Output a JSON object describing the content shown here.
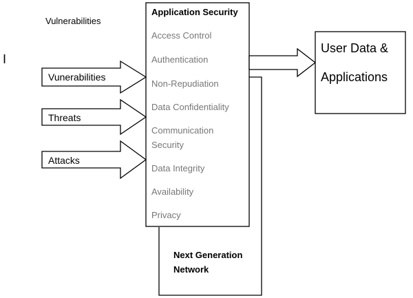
{
  "top_left_label": "Vulnerabilities",
  "stray_mark": "I",
  "inputs": [
    {
      "label": "Vunerabilities"
    },
    {
      "label": "Threats"
    },
    {
      "label": "Attacks"
    }
  ],
  "app_security": {
    "title": "Application Security",
    "items": [
      "Access Control",
      "Authentication",
      "Non-Repudiation",
      "Data Confidentiality",
      "Communication",
      "Security",
      "Data Integrity",
      "Availability",
      "Privacy"
    ]
  },
  "output": {
    "line1": "User Data &",
    "line2": "Applications"
  },
  "ngn": {
    "line1": "Next Generation",
    "line2": "Network"
  },
  "colors": {
    "stroke": "#000000",
    "item_text": "#777777",
    "text": "#000000"
  }
}
